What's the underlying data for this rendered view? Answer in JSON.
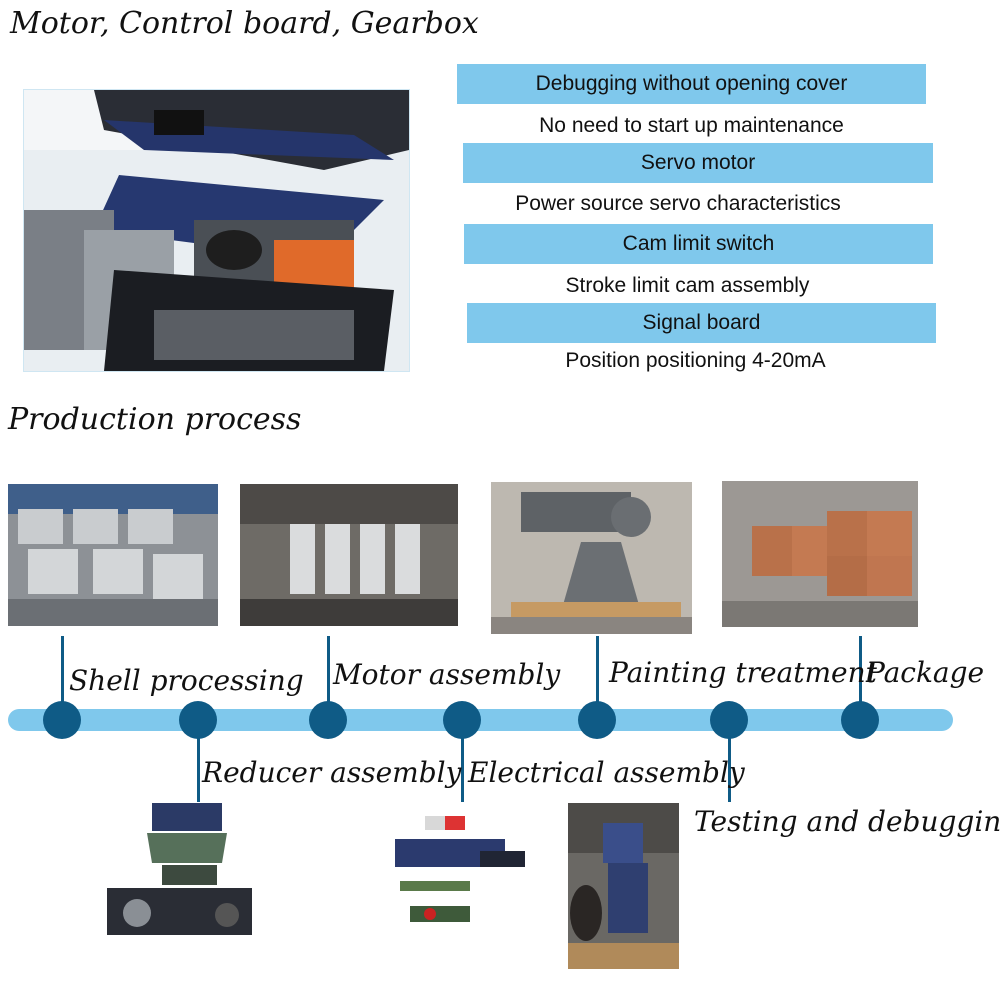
{
  "headings": {
    "components": "Motor, Control board, Gearbox",
    "process": "Production process"
  },
  "features": [
    {
      "title": "Debugging without opening cover",
      "desc": "No need to start up maintenance"
    },
    {
      "title": "Servo motor",
      "desc": "Power source servo characteristics"
    },
    {
      "title": "Cam limit switch",
      "desc": "Stroke limit cam assembly"
    },
    {
      "title": "Signal board",
      "desc": "Position positioning 4-20mA"
    }
  ],
  "process_steps": [
    {
      "label": "Shell processing"
    },
    {
      "label": "Reducer assembly"
    },
    {
      "label": "Motor assembly"
    },
    {
      "label": "Electrical assembly"
    },
    {
      "label": "Painting treatment"
    },
    {
      "label": "Testing and debugging"
    },
    {
      "label": "Package"
    }
  ],
  "colors": {
    "accent_bar": "#7fc8ec",
    "node": "#0f5b86"
  }
}
